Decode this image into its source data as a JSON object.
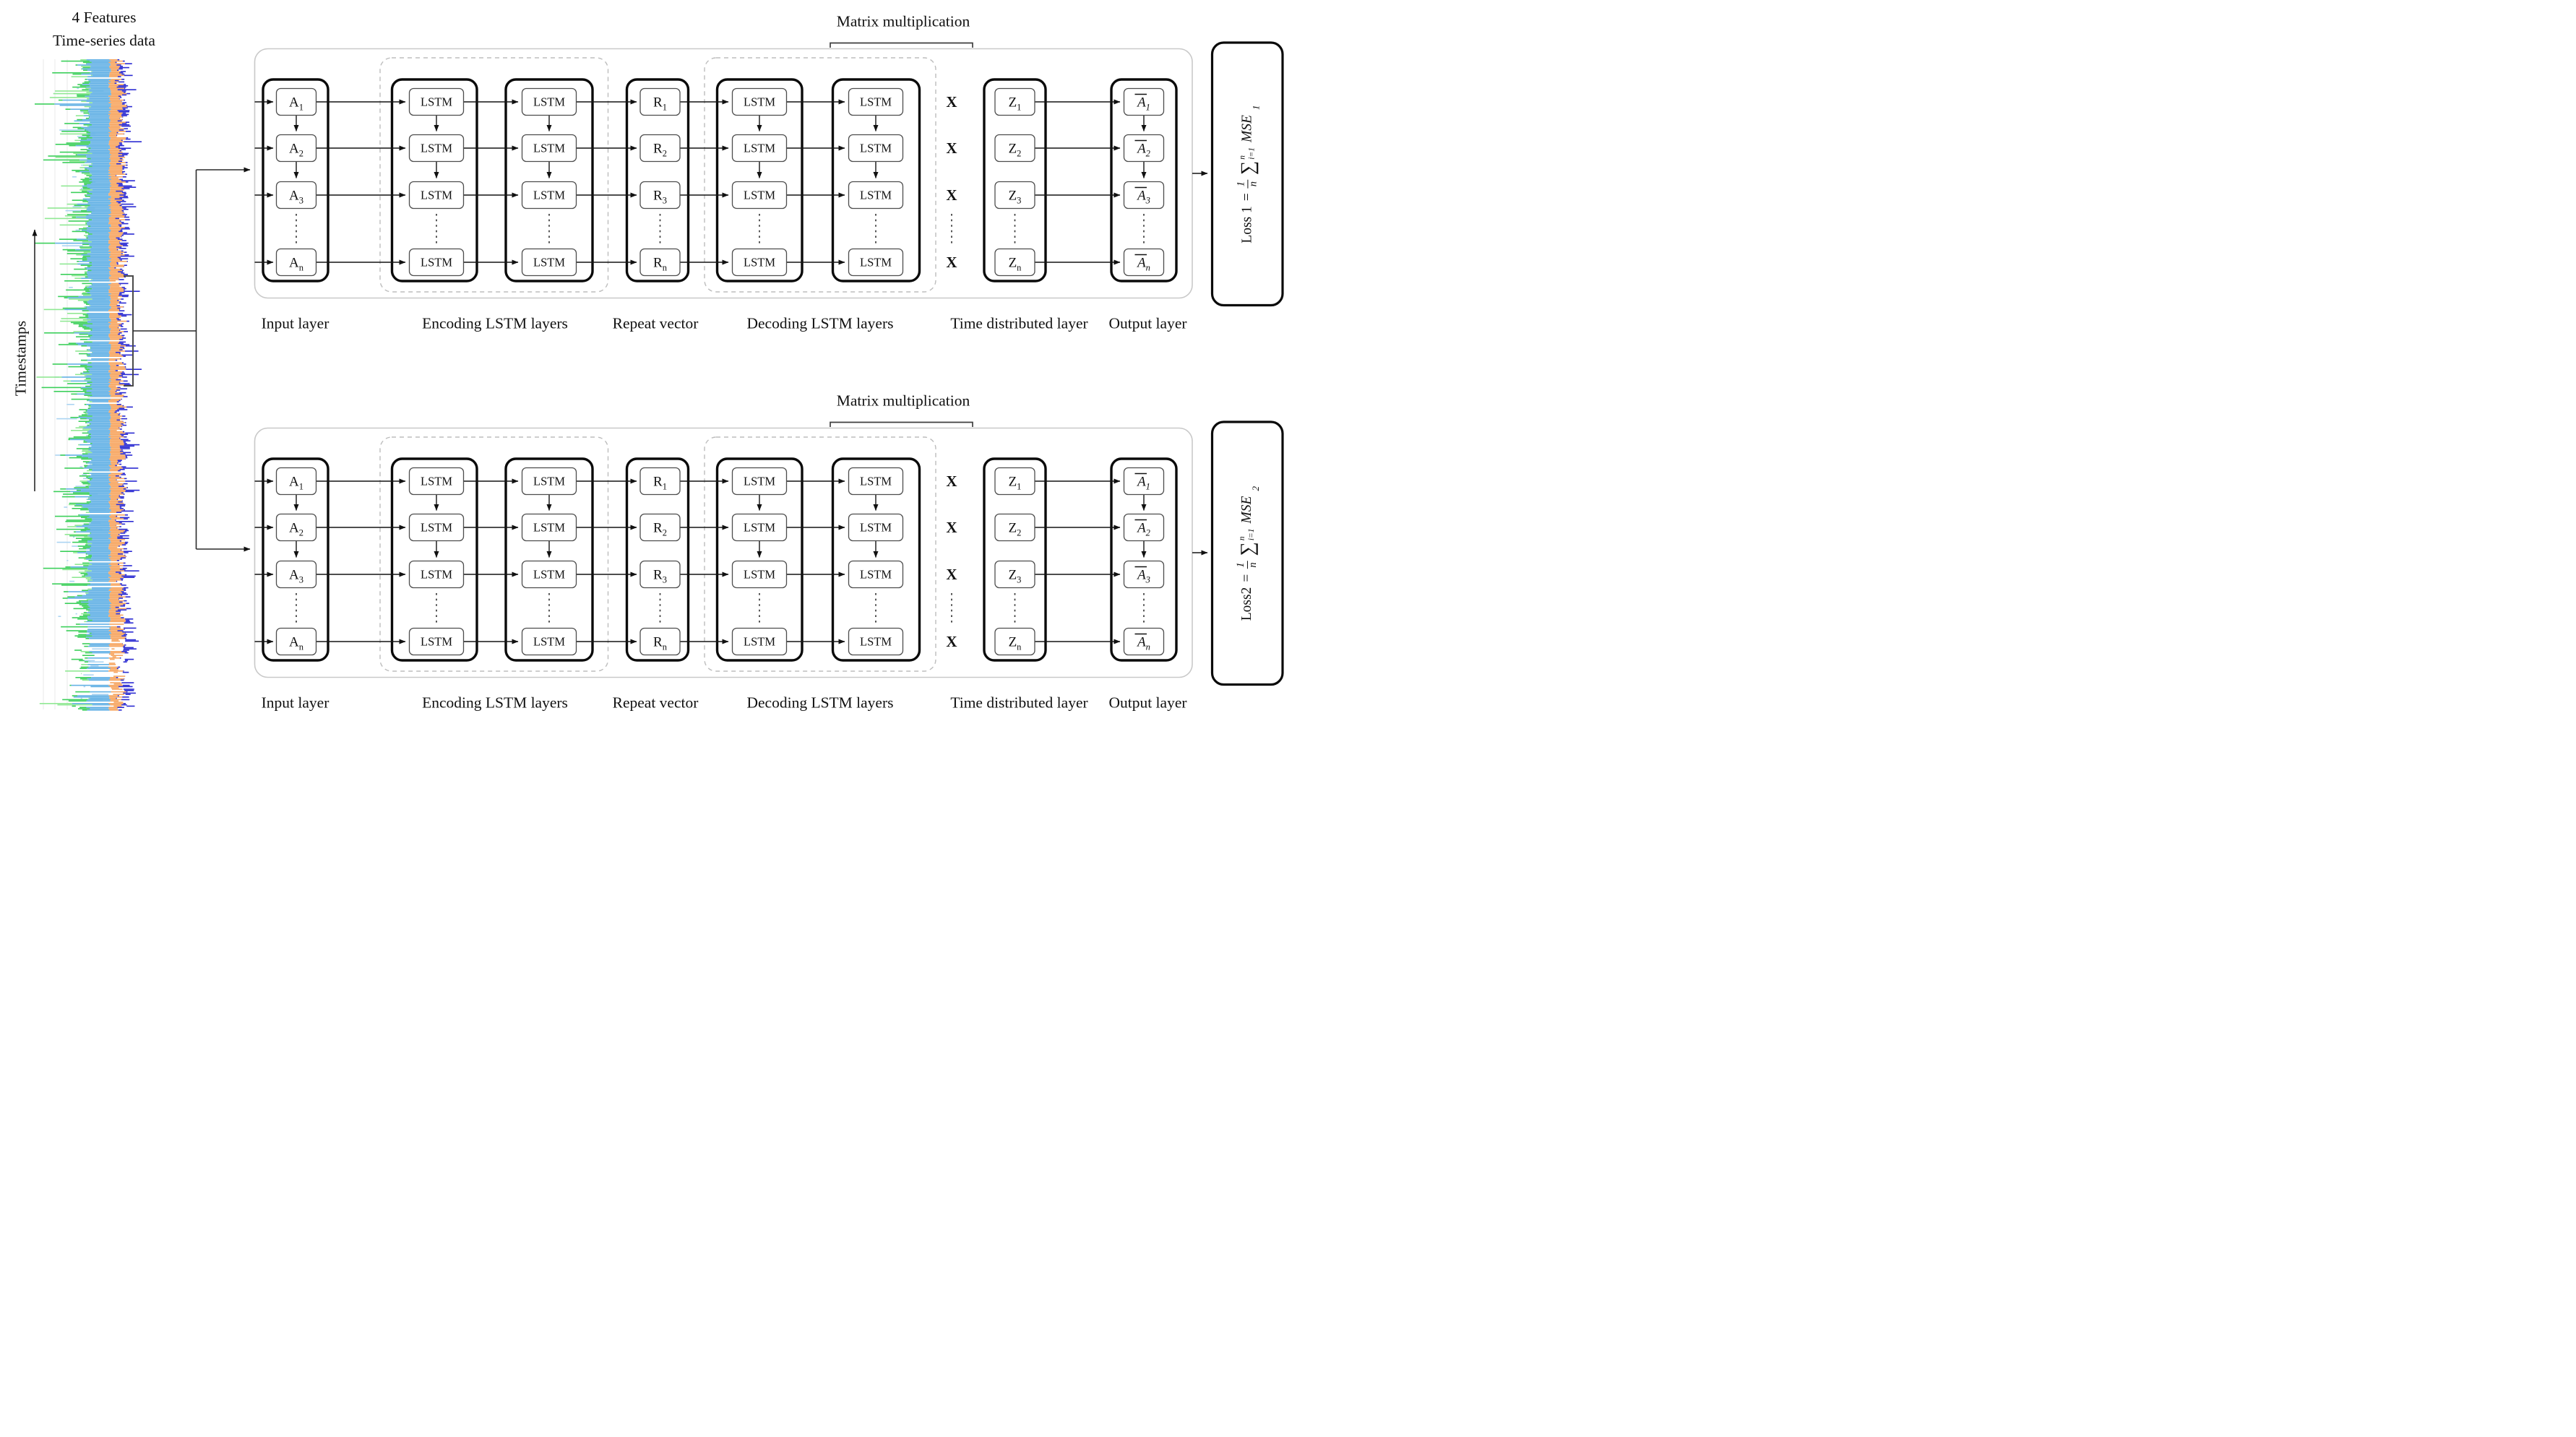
{
  "figure": {
    "left_panel": {
      "title_line1": "4 Features",
      "title_line2": "Time-series data",
      "axis_label": "Timestamps",
      "series_colors": {
        "green": "#3bcf5a",
        "green_light": "#90e893",
        "sky": "#63b1e5",
        "sky_light": "#abd4f2",
        "orange": "#f7a55f",
        "blue": "#2a2ad2"
      }
    },
    "shared": {
      "matrix_multiplication_label": "Matrix multiplication",
      "lstm_label": "LSTM",
      "multiply_symbol": "X",
      "subscripts": [
        "1",
        "2",
        "3",
        "n"
      ],
      "node_bases": {
        "input": "A",
        "repeat": "R",
        "time_distributed": "Z",
        "output": "A"
      },
      "captions": [
        "Input layer",
        "Encoding LSTM layers",
        "Repeat vector",
        "Decoding LSTM layers",
        "Time distributed layer",
        "Output layer"
      ]
    },
    "diagrams": [
      {
        "loss": {
          "name": "Loss 1",
          "equals": "=",
          "frac_num": "1",
          "frac_den": "n",
          "sum_symbol": "∑",
          "sum_upper": "n",
          "sum_lower": "i=1",
          "term": "MSE",
          "term_sub": "1"
        }
      },
      {
        "loss": {
          "name": "Loss2",
          "equals": "=",
          "frac_num": "1",
          "frac_den": "n",
          "sum_symbol": "∑",
          "sum_upper": "n",
          "sum_lower": "i=1",
          "term": "MSE",
          "term_sub": "2"
        }
      }
    ]
  }
}
